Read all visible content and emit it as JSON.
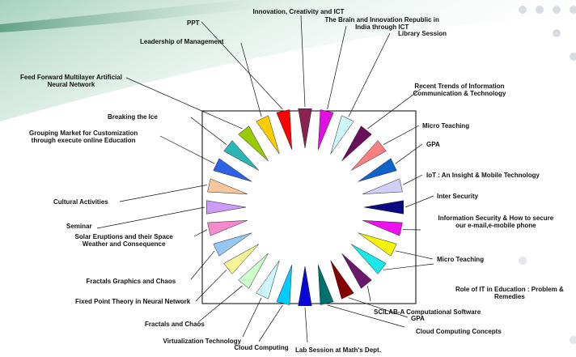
{
  "center_box": {
    "border_color": "#000000"
  },
  "wedges": [
    {
      "color": "#8B2252"
    },
    {
      "color": "#E010E0"
    },
    {
      "color": "#CFF5F8"
    },
    {
      "color": "#6A0F5A"
    },
    {
      "color": "#FA7F7F"
    },
    {
      "color": "#0E62C9"
    },
    {
      "color": "#D0D0F6"
    },
    {
      "color": "#0A0A80"
    },
    {
      "color": "#EE10EE"
    },
    {
      "color": "#F5F20A"
    },
    {
      "color": "#18E8E8"
    },
    {
      "color": "#6B176B"
    },
    {
      "color": "#850000"
    },
    {
      "color": "#007070"
    },
    {
      "color": "#0808D8"
    },
    {
      "color": "#00CCFF"
    },
    {
      "color": "#CCF8FC"
    },
    {
      "color": "#CCFFCC"
    },
    {
      "color": "#F5F596"
    },
    {
      "color": "#96C6F2"
    },
    {
      "color": "#F58ACE"
    },
    {
      "color": "#CC9CF8"
    },
    {
      "color": "#F6C79E"
    },
    {
      "color": "#2E62E6"
    },
    {
      "color": "#2CB5B5"
    },
    {
      "color": "#99CC00"
    },
    {
      "color": "#FFCC00"
    },
    {
      "color": "#FF0000"
    }
  ],
  "topics": [
    "Innovation, Creativity and ICT",
    "The Brain and Innovation Republic in\nIndia through ICT",
    "Library Session",
    "Recent Trends of Information\nCommunication & Technology",
    "Micro Teaching",
    "GPA",
    "IoT : An Insight & Mobile Technology",
    "Inter Security",
    "Information Security & How to secure\nour e-mail,e-mobile phone",
    "Micro Teaching",
    "Role of IT in Education : Problem &\nRemedies",
    "SCILAB-A Computational Software",
    "GPA",
    "Cloud Computing Concepts",
    "Lab Session at Math's Dept.",
    "Cloud Computing",
    "Virtualization Technology",
    "Fractals and Chaos",
    "Fixed Point Theory in Neural Network",
    "Fractals Graphics and Chaos",
    "Solar Eruptions and their Space\nWeather and Consequence",
    "Seminar",
    "Cultural Activities",
    "Grouping Market for Customization\nthrough execute online Education",
    "Breaking the Ice",
    "Feed Forward Multilayer Artificial\nNeural Network",
    "Leadership of Management",
    "PPT"
  ]
}
